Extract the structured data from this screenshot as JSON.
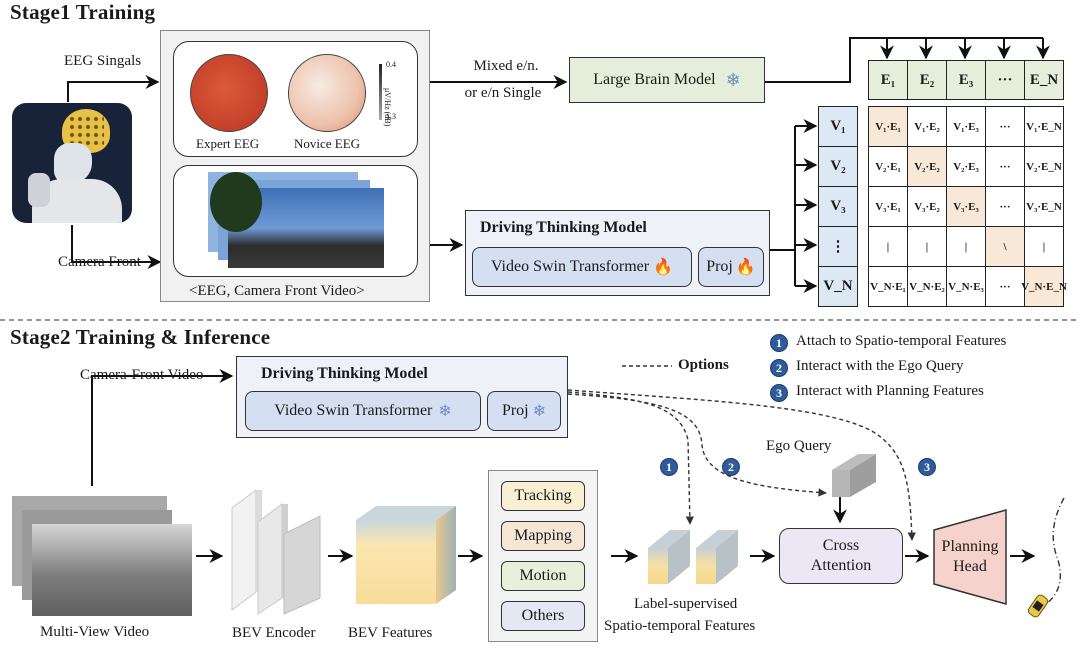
{
  "stage1": {
    "title": "Stage1 Training",
    "eeg_signals_label": "EEG Singals",
    "camera_front_label": "Camera Front",
    "eeg_panel": {
      "expert_label": "Expert EEG",
      "novice_label": "Novice EEG",
      "scale_top": "0.4",
      "scale_bottom": "1.3",
      "scale_unit": "μV/Hz (dB)"
    },
    "pair_label": "<EEG, Camera Front Video>",
    "mixed_label_line1": "Mixed e/n.",
    "mixed_label_line2": "or e/n Single",
    "large_brain_model": "Large Brain Model",
    "driving_thinking_model": {
      "title": "Driving Thinking Model",
      "encoder": "Video Swin Transformer",
      "proj": "Proj",
      "status_icon": "fire-icon (trainable)"
    },
    "e_tokens": [
      "E₁",
      "E₂",
      "E₃",
      "···",
      "E_N"
    ],
    "v_tokens": [
      "V₁",
      "V₂",
      "V₃",
      "⋮",
      "V_N"
    ],
    "similarity_matrix": [
      [
        "V₁·E₁",
        "V₁·E₂",
        "V₁·E₃",
        "···",
        "V₁·E_N"
      ],
      [
        "V₂·E₁",
        "V₂·E₂",
        "V₂·E₃",
        "···",
        "V₂·E_N"
      ],
      [
        "V₃·E₁",
        "V₃·E₂",
        "V₃·E₃",
        "···",
        "V₃·E_N"
      ],
      [
        "|",
        "|",
        "|",
        "\\",
        "|"
      ],
      [
        "V_N·E₁",
        "V_N·E₂",
        "V_N·E₃",
        "···",
        "V_N·E_N"
      ]
    ]
  },
  "stage2": {
    "title": "Stage2 Training & Inference",
    "camera_front_video_label": "Camera-Front Video",
    "driving_thinking_model": {
      "title": "Driving Thinking Model",
      "encoder": "Video Swin Transformer",
      "proj": "Proj",
      "status_icon": "snowflake-icon (frozen)"
    },
    "options_label": "Options",
    "legend": [
      {
        "num": "1",
        "text": "Attach to Spatio-temporal Features"
      },
      {
        "num": "2",
        "text": "Interact with the Ego Query"
      },
      {
        "num": "3",
        "text": "Interact with Planning Features"
      }
    ],
    "multi_view_video": "Multi-View Video",
    "bev_encoder": "BEV Encoder",
    "bev_features": "BEV Features",
    "tasks": [
      "Tracking",
      "Mapping",
      "Motion",
      "Others"
    ],
    "st_features_line1": "Label-supervised",
    "st_features_line2": "Spatio-temporal Features",
    "ego_query": "Ego Query",
    "cross_attention_line1": "Cross",
    "cross_attention_line2": "Attention",
    "planning_head_line1": "Planning",
    "planning_head_line2": "Head",
    "badges": [
      "1",
      "2",
      "3"
    ]
  },
  "colors": {
    "green_box": "#e4eedb",
    "blue_box": "#dde8f5",
    "diag": "#f7e8d8",
    "badge": "#2f5b9b",
    "cross_attn": "#ece6f5",
    "planning": "#f5d2cc",
    "tracking": "#f9efd2",
    "mapping": "#f6e6d6",
    "motion": "#e8f0dc",
    "others": "#e4e8f3"
  }
}
